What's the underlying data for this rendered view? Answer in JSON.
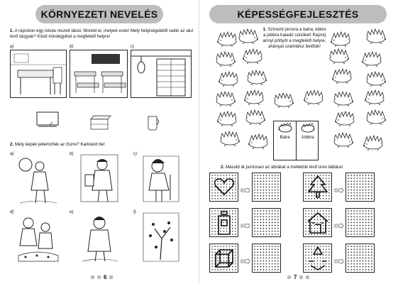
{
  "left_page": {
    "title": "KÖRNYEZETI NEVELÉS",
    "task1": {
      "number": "1.",
      "text": "A rajzokon egy iskola részeit látod. Mondd el, melyek ezek! Mely helyiségekből valók az alul lévő tárgyak? Kösd mindegyiket a megfelelő helyre!"
    },
    "task1_labels": [
      "a)",
      "b)",
      "c)"
    ],
    "task2": {
      "number": "2.",
      "text": "Mely képek jellemzőek az őszre? Karikázd be!"
    },
    "task2_labels": [
      "a)",
      "b)",
      "c)",
      "d)",
      "e)",
      "f)"
    ],
    "page_number": "6"
  },
  "right_page": {
    "title": "KÉPESSÉGFEJLESZTÉS",
    "task1": {
      "number": "1.",
      "text": "Színezd pirosra a balra, kékre a jobbra haladó sünöket! Rajzolj annyi pöttyöt a megfelelő helyre, ahányat számlálsz belőlük!"
    },
    "table": {
      "left_label": "Balra",
      "right_label": "Jobbra"
    },
    "task2": {
      "number": "2.",
      "text": "Másold át pontosan az ábrákat a mellettük lévő üres táblára!"
    },
    "page_number": "7"
  },
  "colors": {
    "header_bg": "#bdbdbd",
    "page_square": "#bbbbbb"
  },
  "icons": [
    "pencil-hand-icon",
    "hedgehog-icon",
    "heart-figure",
    "tree-figure",
    "house-figure",
    "cube-figure"
  ]
}
